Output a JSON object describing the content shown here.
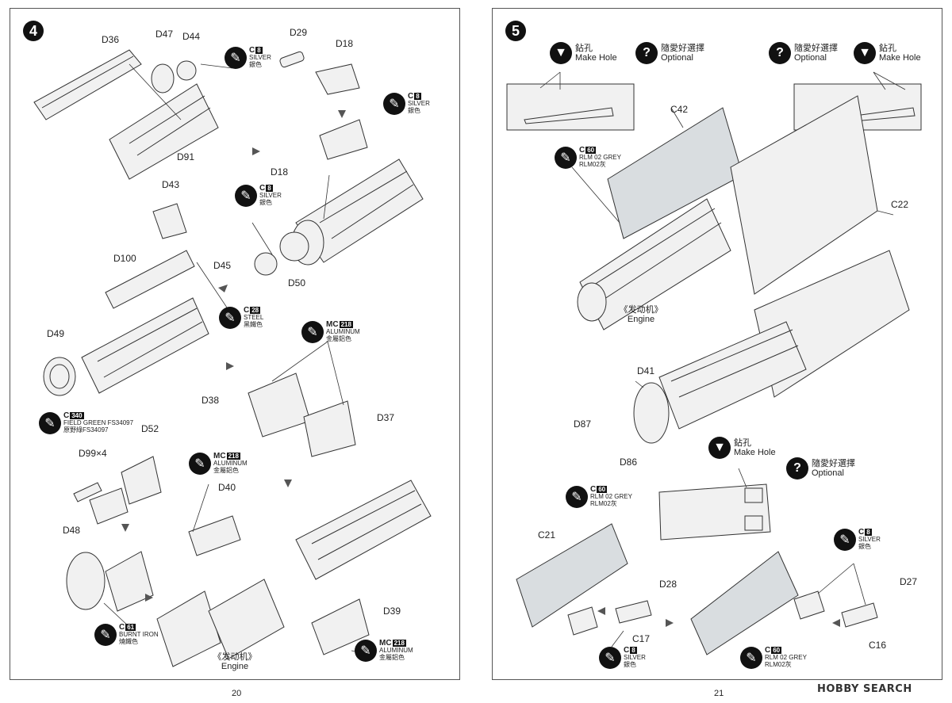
{
  "left_page": {
    "step": "4",
    "page_number": "20",
    "part_labels": [
      "D36",
      "D47",
      "D44",
      "D29",
      "D18",
      "D91",
      "D18",
      "D43",
      "D45",
      "D50",
      "D100",
      "D49",
      "D38",
      "D37",
      "D52",
      "D99×4",
      "D40",
      "D48",
      "D39"
    ],
    "paints": [
      {
        "code": "C",
        "num": "8",
        "en": "SILVER",
        "cn": "銀色"
      },
      {
        "code": "C",
        "num": "8",
        "en": "SILVER",
        "cn": "銀色"
      },
      {
        "code": "C",
        "num": "8",
        "en": "SILVER",
        "cn": "銀色"
      },
      {
        "code": "C",
        "num": "28",
        "en": "STEEL",
        "cn": "黑鐵色"
      },
      {
        "code": "MC",
        "num": "218",
        "en": "ALUMINUM",
        "cn": "金屬鋁色"
      },
      {
        "code": "C",
        "num": "340",
        "en": "FIELD GREEN FS34097",
        "cn": "原野綠FS34097"
      },
      {
        "code": "MC",
        "num": "218",
        "en": "ALUMINUM",
        "cn": "金屬鋁色"
      },
      {
        "code": "C",
        "num": "61",
        "en": "BURNT IRON",
        "cn": "燒鐵色"
      },
      {
        "code": "MC",
        "num": "218",
        "en": "ALUMINUM",
        "cn": "金屬鋁色"
      }
    ],
    "engine_cn": "《发动机》",
    "engine_en": "Engine"
  },
  "right_page": {
    "step": "5",
    "page_number": "21",
    "badges": [
      {
        "icon": "drill-icon",
        "cn": "鉆孔",
        "en": "Make Hole"
      },
      {
        "icon": "question-icon",
        "cn": "隨愛好選擇",
        "en": "Optional"
      },
      {
        "icon": "question-icon",
        "cn": "隨愛好選擇",
        "en": "Optional"
      },
      {
        "icon": "drill-icon",
        "cn": "鉆孔",
        "en": "Make Hole"
      },
      {
        "icon": "drill-icon",
        "cn": "鉆孔",
        "en": "Make Hole"
      },
      {
        "icon": "question-icon",
        "cn": "隨愛好選擇",
        "en": "Optional"
      }
    ],
    "part_labels": [
      "C42",
      "C22",
      "D41",
      "D87",
      "D86",
      "C21",
      "D28",
      "C17",
      "D27",
      "C16"
    ],
    "paints": [
      {
        "code": "C",
        "num": "60",
        "en": "RLM 02 GREY",
        "cn": "RLM02灰"
      },
      {
        "code": "C",
        "num": "60",
        "en": "RLM 02 GREY",
        "cn": "RLM02灰"
      },
      {
        "code": "C",
        "num": "8",
        "en": "SILVER",
        "cn": "銀色"
      },
      {
        "code": "C",
        "num": "8",
        "en": "SILVER",
        "cn": "銀色"
      },
      {
        "code": "C",
        "num": "60",
        "en": "RLM 02 GREY",
        "cn": "RLM02灰"
      }
    ],
    "engine_cn": "《发动机》",
    "engine_en": "Engine"
  },
  "watermark": "HOBBY SEARCH"
}
